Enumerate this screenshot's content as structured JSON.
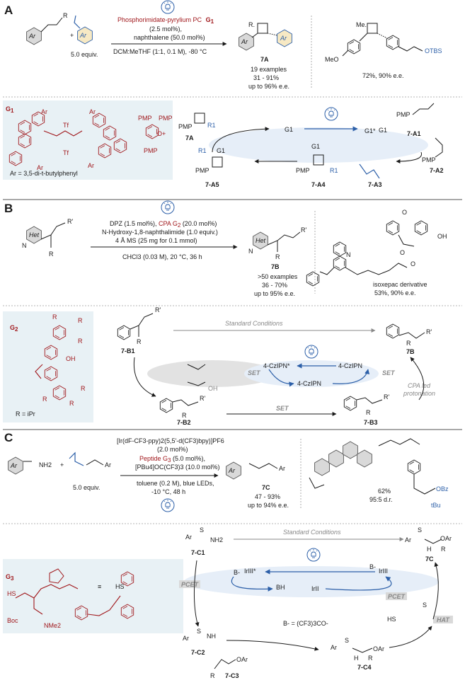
{
  "panel_a": {
    "label": "A",
    "catalyst": "Phosphorimidate-pyrylium PC",
    "catalyst_id": "G",
    "catalyst_sub": "1",
    "cond1": "(2.5 mol%),",
    "cond2": "naphthalene (50.0 mol%)",
    "cond3": "DCM:MeTHF (1:1, 0.1 M), -80 °C",
    "equiv": "5.0 equiv.",
    "product": "7A",
    "examples": "19 examples",
    "yield": "31 - 91%",
    "ee": "up to 96% e.e.",
    "example_result": "72%, 90% e.e.",
    "ar": "Ar",
    "me_o": "MeO",
    "otbs": "OTBS",
    "me": "Me.",
    "r": "R",
    "r_dot": "R.",
    "plus": "+"
  },
  "panel_a_mech": {
    "g1_label": "G",
    "g1_sub": "1",
    "ar_def": "Ar = 3,5-di-t-butylphenyl",
    "pmp": "PMP",
    "g1": "G1",
    "g1_star": "G1*",
    "g1_minus": "G1",
    "r1": "R1",
    "n7a": "7A",
    "a1": "7-A1",
    "a2": "7-A2",
    "a3": "7-A3",
    "a4": "7-A4",
    "a5": "7-A5",
    "tf": "Tf",
    "o_plus": "O+",
    "ar_lab": "Ar"
  },
  "panel_b": {
    "label": "B",
    "cond1a": "DPZ (1.5 mol%), ",
    "cond1b": "CPA G",
    "cond1c": "2",
    "cond1d": " (20.0 mol%)",
    "cond2": "N-Hydroxy-1,8-naphthalimide (1.0 equiv.)",
    "cond3": "4 Å MS (25 mg for 0.1 mmol)",
    "cond4": "CHCl3 (0.03 M), 20 °C, 36 h",
    "het": "Het",
    "product": "7B",
    "examples": ">50 examples",
    "yield": "36 - 70%",
    "ee": "up to 95% e.e.",
    "derivative": "isoxepac derivative",
    "deriv_result": "53%, 90% e.e.",
    "oh": "OH",
    "r": "R",
    "rp": "R'",
    "n": "N",
    "o": "O"
  },
  "panel_b_mech": {
    "g2_label": "G",
    "g2_sub": "2",
    "r_def": "R = iPr",
    "b1": "7-B1",
    "b2": "7-B2",
    "b3": "7-B3",
    "p7b": "7B",
    "std": "Standard Conditions",
    "set1": "SET",
    "set2": "SET",
    "set3": "SET",
    "czipn_top_left": "4-CzIPN*",
    "czipn_top_right": "4-CzIPN",
    "czipn_bottom": "4-CzIPN",
    "cpa1": "CPA led",
    "cpa2": "protonation",
    "oh": "OH",
    "r": "R",
    "rp": "R'"
  },
  "panel_c": {
    "label": "C",
    "cond1": "[Ir(dF-CF3-ppy)2(5,5'-d(CF3)bpy)]PF6",
    "cond2": "(2.0 mol%)",
    "cond3a": "Peptide G",
    "cond3b": "3",
    "cond3c": " (5.0 mol%),",
    "cond4": "[PBu4]OC(CF3)3 (10.0 mol%)",
    "cond5": "toluene (0.2 M), blue LEDs,",
    "cond6": "-10 °C, 48 h",
    "equiv": "5.0 equiv.",
    "product": "7C",
    "yield": "47 - 93%",
    "ee": "up to 94% e.e.",
    "ex_yield": "62%",
    "ex_dr": "95:5 d.r.",
    "obz": "OBz",
    "tbu": "tBu",
    "nh2": "NH2",
    "ar": "Ar",
    "plus": "+"
  },
  "panel_c_mech": {
    "g3_label": "G",
    "g3_sub": "3",
    "hs": "HS",
    "boc": "Boc",
    "nme2": "NMe2",
    "equiv_sym": "≡",
    "c1": "7-C1",
    "c2": "7-C2",
    "c3": "7-C3",
    "c4": "7-C4",
    "p7c": "7C",
    "std": "Standard Conditions",
    "pcet1": "PCET",
    "pcet2": "PCET",
    "hat": "HAT",
    "ir3_star": "IrIII*",
    "ir3": "IrIII",
    "ir2": "IrII",
    "bminus1": "B-",
    "bminus2": "B-",
    "bh": "BH",
    "base_def": "B- = (CF3)3CO-",
    "oar": "OAr",
    "nh": "NH",
    "h": "H",
    "r": "R",
    "s": "S"
  },
  "colors": {
    "accent_red": "#a0171b",
    "accent_blue": "#2c5fa8",
    "panel_bg": "#e8f1f5"
  }
}
